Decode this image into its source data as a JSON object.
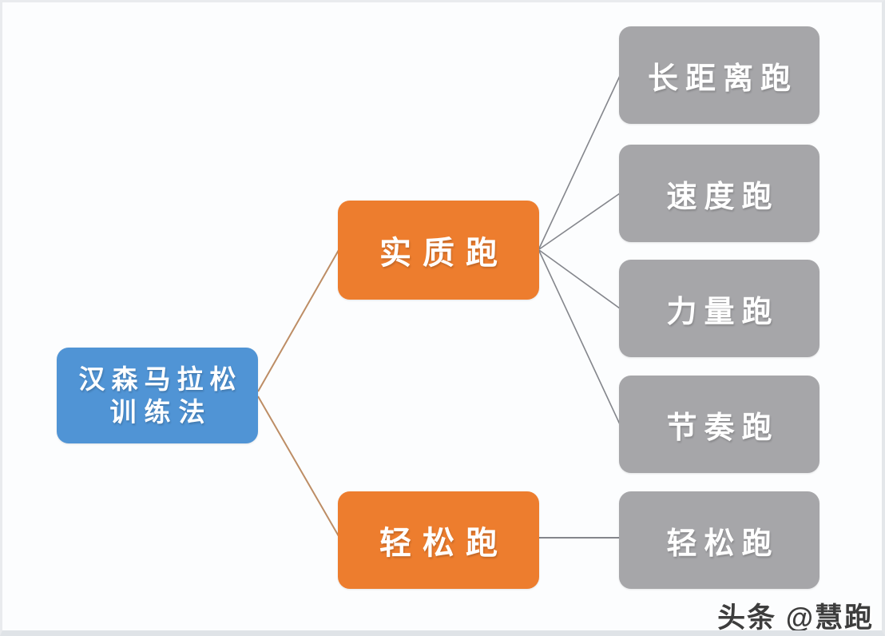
{
  "diagram": {
    "root": {
      "label_line1": "汉森马拉松",
      "label_line2": "训练法"
    },
    "branches": [
      {
        "label": "实质跑",
        "children": [
          "长距离跑",
          "速度跑",
          "力量跑",
          "节奏跑"
        ]
      },
      {
        "label": "轻松跑",
        "children": [
          "轻松跑"
        ]
      }
    ],
    "colors": {
      "root_fill": "#5094d5",
      "branch_fill": "#ed7d2e",
      "leaf_fill": "#a6a6a9",
      "node_text": "#ffffff",
      "root_connector": "#bd8d65",
      "leaf_connector": "#84868c"
    }
  },
  "watermark": {
    "text": "头条 @慧跑",
    "color": "#3d3d3d"
  }
}
